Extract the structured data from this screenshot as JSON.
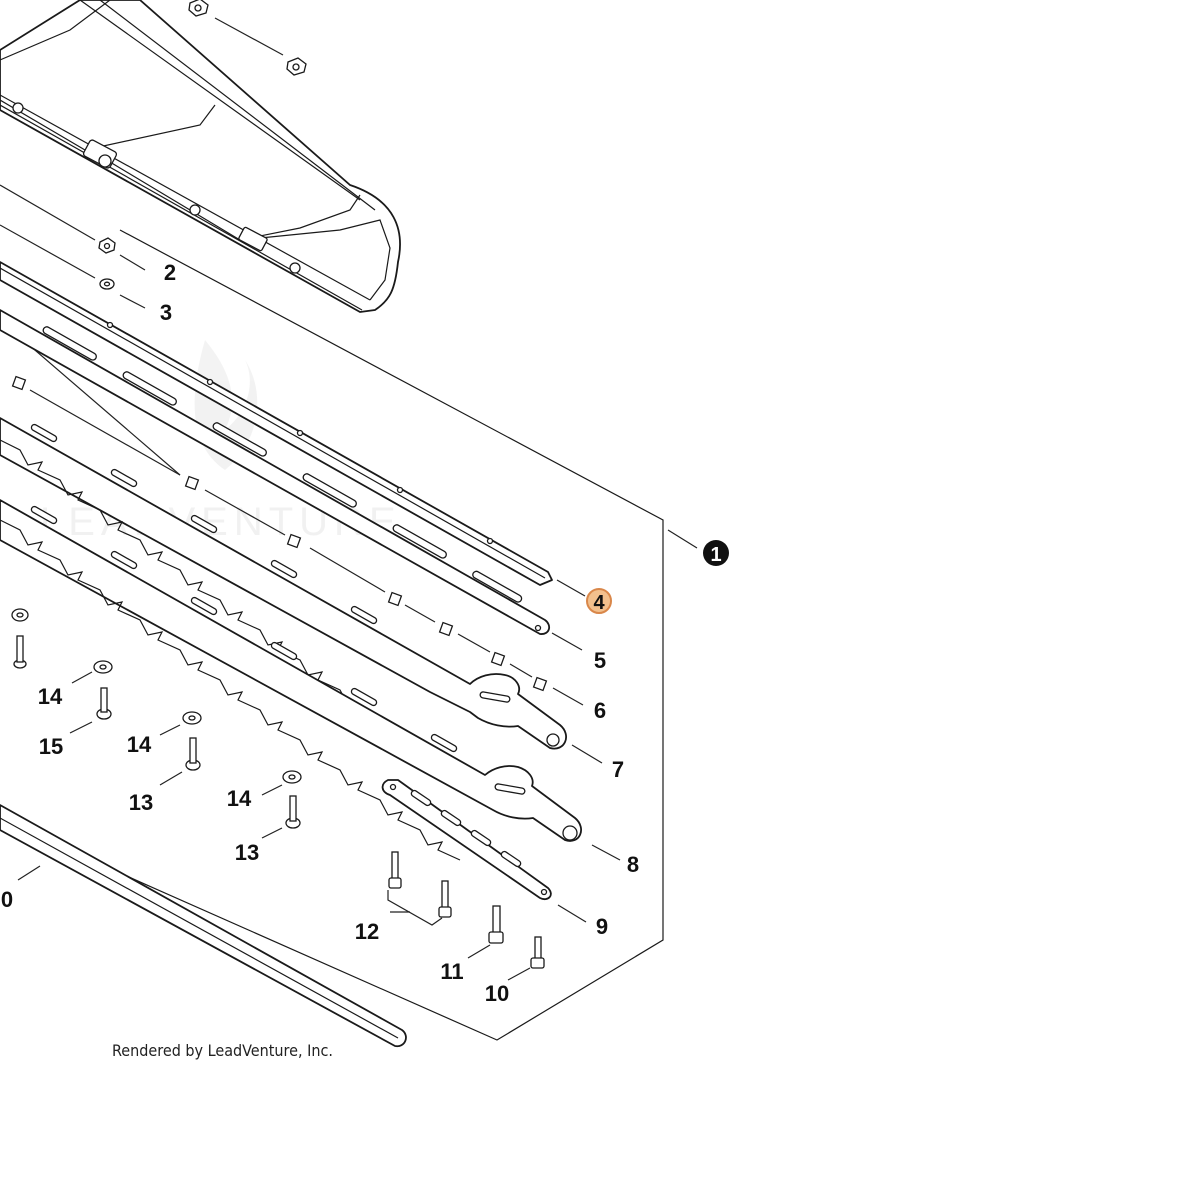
{
  "callouts": [
    {
      "id": "c1",
      "text": "1"
    },
    {
      "id": "c2",
      "text": "2"
    },
    {
      "id": "c3",
      "text": "3"
    },
    {
      "id": "c4",
      "text": "4"
    },
    {
      "id": "c5",
      "text": "5"
    },
    {
      "id": "c6",
      "text": "6"
    },
    {
      "id": "c7",
      "text": "7"
    },
    {
      "id": "c8",
      "text": "8"
    },
    {
      "id": "c9",
      "text": "9"
    },
    {
      "id": "c10a",
      "text": "10"
    },
    {
      "id": "c10b",
      "text": "0"
    },
    {
      "id": "c11",
      "text": "11"
    },
    {
      "id": "c12",
      "text": "12"
    },
    {
      "id": "c13a",
      "text": "13"
    },
    {
      "id": "c13b",
      "text": "13"
    },
    {
      "id": "c14a",
      "text": "14"
    },
    {
      "id": "c14b",
      "text": "14"
    },
    {
      "id": "c14c",
      "text": "14"
    },
    {
      "id": "c15",
      "text": "15"
    }
  ],
  "watermark": "LEADVENTURE",
  "credit": "Rendered by LeadVenture, Inc.",
  "colors": {
    "highlight_fill": "#f2c08d",
    "highlight_stroke": "#d9874a",
    "assembly_badge": "#111111",
    "watermark": "#e6e6e6"
  }
}
